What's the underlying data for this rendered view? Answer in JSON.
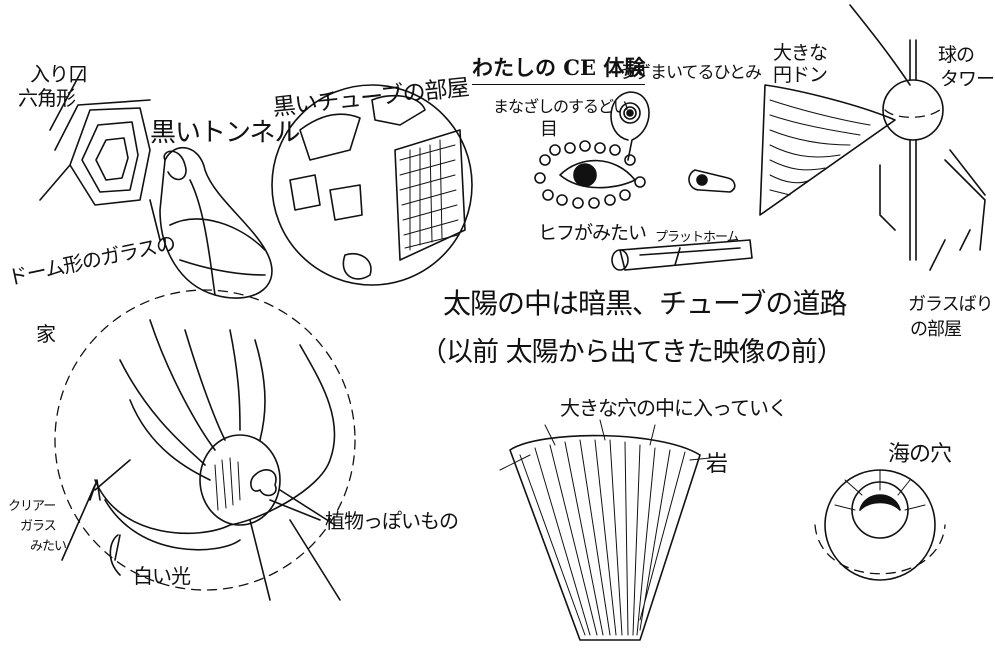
{
  "title": "わたしの CE 体験",
  "labels": {
    "entrance": "入り口",
    "hexagon": "六角形",
    "black_tunnel": "黒いトンネル",
    "black_tube_room": "黒いチューブの部屋",
    "swirling_pupil": "うずまいてるひとみ",
    "sharp_gaze": "まなざしのするどい",
    "eye": "目",
    "skin_like": "ヒフがみたい",
    "platform": "プラットホーム",
    "big_disc": "大きな",
    "big_disc_2": "円ドン",
    "sphere_tower": "球の",
    "sphere_tower_2": "タワー",
    "glass_room": "ガラスばり",
    "glass_room_2": "の部屋",
    "sun_inside": "太陽の中は暗黒、チューブの道路",
    "before_sun": "（以前 太陽から出てきた映像の前）",
    "dome_house": "ドーム形のガラスの",
    "dome_house_2": "家",
    "clear_glass": "クリアー",
    "clear_glass_2": "ガラス",
    "clear_glass_3": "みたい",
    "white_light": "白い光",
    "plant_like": "植物っぽいもの",
    "big_hole": "大きな穴の中に入っていく",
    "rock": "岩",
    "sea_hole": "海の穴"
  }
}
